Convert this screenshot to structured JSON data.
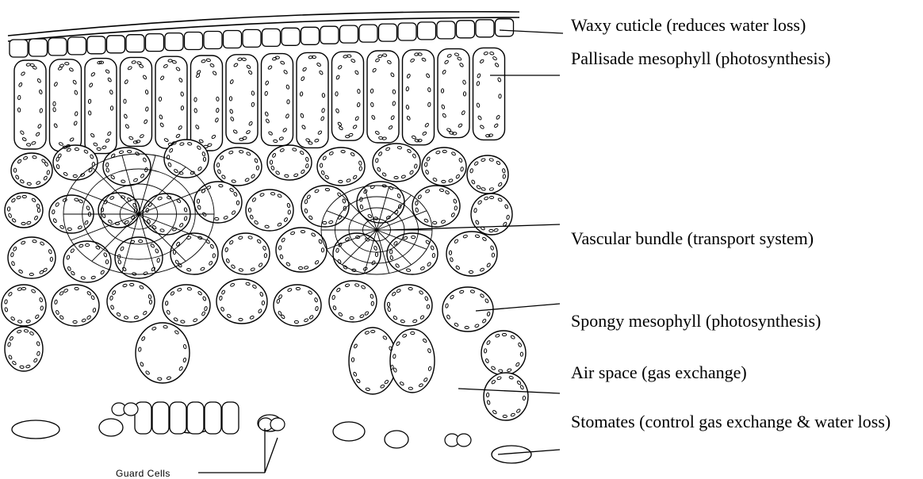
{
  "labels": {
    "cuticle": "Waxy cuticle (reduces water loss)",
    "palisade": "Pallisade mesophyll (photosynthesis)",
    "vascular": "Vascular bundle (transport system)",
    "spongy": "Spongy mesophyll (photosynthesis)",
    "air_space": "Air space (gas exchange)",
    "stomates": "Stomates (control gas exchange & water loss)",
    "guard_cells": "Guard Cells"
  },
  "colors": {
    "line": "#000000",
    "background": "#ffffff"
  }
}
